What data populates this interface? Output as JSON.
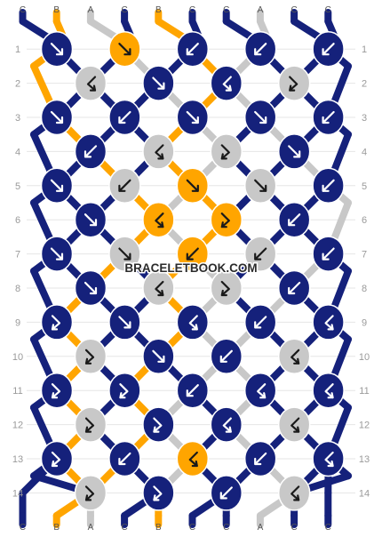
{
  "watermark": "BRACELETBOOK.COM",
  "colors": {
    "A": "#c8c8c8",
    "B": "#ffa500",
    "C": "#15217b"
  },
  "top_labels": [
    "C",
    "B",
    "A",
    "C",
    "B",
    "C",
    "C",
    "A",
    "C",
    "C"
  ],
  "bottom_labels": [
    "C",
    "B",
    "A",
    "C",
    "B",
    "C",
    "C",
    "A",
    "C",
    "C"
  ],
  "row_numbers": [
    "1",
    "2",
    "3",
    "4",
    "5",
    "6",
    "7",
    "8",
    "9",
    "10",
    "11",
    "12",
    "13",
    "14"
  ],
  "knot_rows": [
    [
      {
        "c": "C",
        "d": "f"
      },
      {
        "c": "B",
        "d": "f"
      },
      {
        "c": "C",
        "d": "b"
      },
      {
        "c": "C",
        "d": "b"
      },
      {
        "c": "C",
        "d": "b"
      }
    ],
    [
      {
        "c": "A",
        "d": "bf"
      },
      {
        "c": "C",
        "d": "f"
      },
      {
        "c": "C",
        "d": "bf"
      },
      {
        "c": "A",
        "d": "fb"
      }
    ],
    [
      {
        "c": "C",
        "d": "f"
      },
      {
        "c": "C",
        "d": "b"
      },
      {
        "c": "C",
        "d": "f"
      },
      {
        "c": "C",
        "d": "f"
      },
      {
        "c": "C",
        "d": "b"
      }
    ],
    [
      {
        "c": "C",
        "d": "b"
      },
      {
        "c": "A",
        "d": "bf"
      },
      {
        "c": "A",
        "d": "fb"
      },
      {
        "c": "C",
        "d": "f"
      }
    ],
    [
      {
        "c": "C",
        "d": "f"
      },
      {
        "c": "A",
        "d": "b"
      },
      {
        "c": "B",
        "d": "f"
      },
      {
        "c": "A",
        "d": "f"
      },
      {
        "c": "C",
        "d": "b"
      }
    ],
    [
      {
        "c": "C",
        "d": "f"
      },
      {
        "c": "B",
        "d": "bf"
      },
      {
        "c": "B",
        "d": "fb"
      },
      {
        "c": "C",
        "d": "b"
      }
    ],
    [
      {
        "c": "C",
        "d": "f"
      },
      {
        "c": "A",
        "d": "f"
      },
      {
        "c": "B",
        "d": "b"
      },
      {
        "c": "A",
        "d": "b"
      },
      {
        "c": "C",
        "d": "b"
      }
    ],
    [
      {
        "c": "C",
        "d": "f"
      },
      {
        "c": "A",
        "d": "bf"
      },
      {
        "c": "A",
        "d": "fb"
      },
      {
        "c": "C",
        "d": "b"
      }
    ],
    [
      {
        "c": "C",
        "d": "fb"
      },
      {
        "c": "C",
        "d": "f"
      },
      {
        "c": "C",
        "d": "bf"
      },
      {
        "c": "C",
        "d": "b"
      },
      {
        "c": "C",
        "d": "bf"
      }
    ],
    [
      {
        "c": "A",
        "d": "fb"
      },
      {
        "c": "C",
        "d": "f"
      },
      {
        "c": "C",
        "d": "b"
      },
      {
        "c": "A",
        "d": "bf"
      }
    ],
    [
      {
        "c": "C",
        "d": "fb"
      },
      {
        "c": "C",
        "d": "fb"
      },
      {
        "c": "C",
        "d": "b"
      },
      {
        "c": "C",
        "d": "bf"
      },
      {
        "c": "C",
        "d": "bf"
      }
    ],
    [
      {
        "c": "A",
        "d": "fb"
      },
      {
        "c": "C",
        "d": "fb"
      },
      {
        "c": "C",
        "d": "bf"
      },
      {
        "c": "A",
        "d": "bf"
      }
    ],
    [
      {
        "c": "C",
        "d": "fb"
      },
      {
        "c": "C",
        "d": "b"
      },
      {
        "c": "B",
        "d": "bf"
      },
      {
        "c": "C",
        "d": "b"
      },
      {
        "c": "C",
        "d": "bf"
      }
    ],
    [
      {
        "c": "A",
        "d": "fb"
      },
      {
        "c": "C",
        "d": "fb"
      },
      {
        "c": "C",
        "d": "b"
      },
      {
        "c": "A",
        "d": "bf"
      }
    ]
  ]
}
